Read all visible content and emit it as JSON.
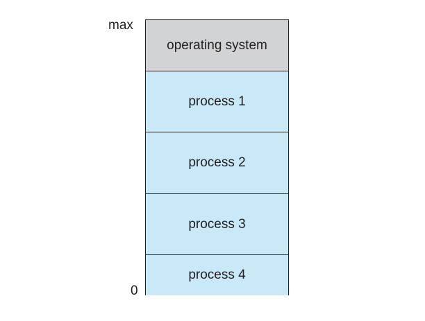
{
  "axis": {
    "top_label": "max",
    "bottom_label": "0"
  },
  "segments": [
    {
      "label": "operating system",
      "color": "#d1d3d4"
    },
    {
      "label": "process 1",
      "color": "#c9e9f8"
    },
    {
      "label": "process 2",
      "color": "#c9e9f8"
    },
    {
      "label": "process 3",
      "color": "#c9e9f8"
    },
    {
      "label": "process 4",
      "color": "#c9e9f8"
    }
  ]
}
